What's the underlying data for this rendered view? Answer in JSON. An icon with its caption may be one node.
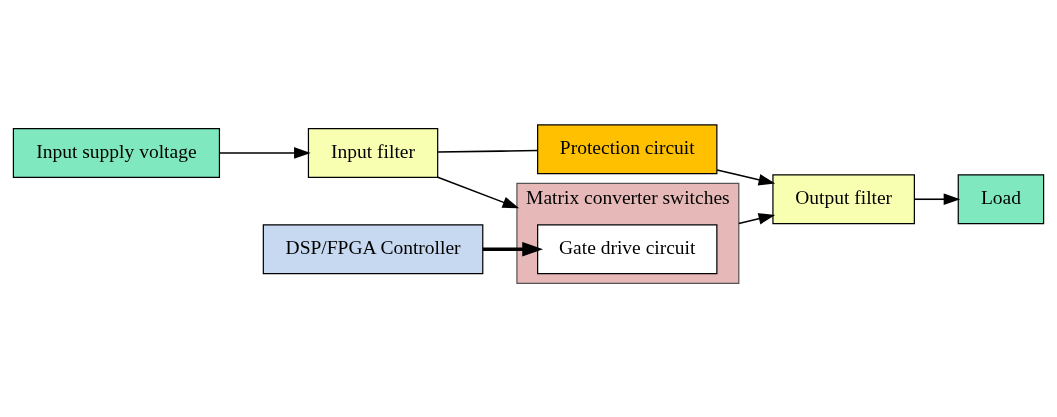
{
  "diagram": {
    "nodes": [
      {
        "text": [
          "Input supply voltage"
        ]
      },
      {
        "text": [
          "Input filter"
        ]
      },
      {
        "text": [
          "Protection circuit"
        ]
      },
      {
        "text": [
          "Matrix converter switches"
        ]
      },
      {
        "text": [
          "Gate drive circuit"
        ],
        "in": 3
      },
      {
        "text": [
          "Output filter"
        ]
      },
      {
        "text": [
          "Load"
        ]
      },
      {
        "text": [
          "DSP/FPGA Controller"
        ]
      }
    ],
    "edges": [
      {
        "from": 0,
        "to": 1,
        "arrow": "to"
      },
      {
        "from": 1,
        "to": 3,
        "arrow": "to"
      },
      {
        "from": 1,
        "to": 2,
        "arrow": "none"
      },
      {
        "from": 3,
        "to": 5,
        "arrow": "to"
      },
      {
        "from": 2,
        "to": 5,
        "arrow": "to"
      },
      {
        "from": 5,
        "to": 6,
        "arrow": "to"
      },
      {
        "from": 7,
        "to": 4,
        "arrow": "to",
        "style": "thick"
      }
    ]
  }
}
